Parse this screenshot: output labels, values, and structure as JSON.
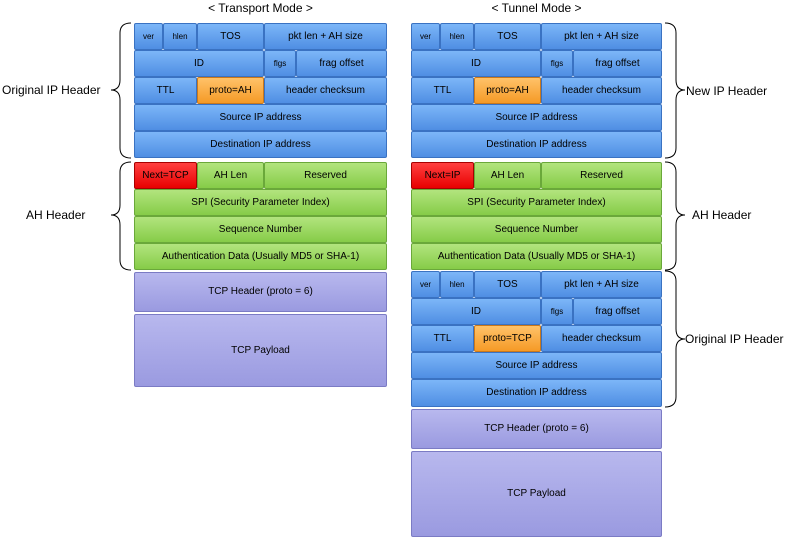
{
  "titles": {
    "transport": "< Transport Mode >",
    "tunnel": "< Tunnel Mode >"
  },
  "side_labels": {
    "original_ip_header": "Original IP Header",
    "ah_header": "AH Header",
    "new_ip_header": "New IP Header"
  },
  "ip_header": {
    "ver": "ver",
    "hlen": "hlen",
    "tos": "TOS",
    "pkt_len": "pkt len + AH size",
    "id": "ID",
    "flgs": "flgs",
    "frag_offset": "frag offset",
    "ttl": "TTL",
    "header_checksum": "header checksum",
    "source_ip": "Source IP address",
    "dest_ip": "Destination IP address"
  },
  "proto": {
    "transport_outer": "proto=AH",
    "tunnel_outer": "proto=AH",
    "tunnel_inner": "proto=TCP"
  },
  "ah": {
    "next_transport": "Next=TCP",
    "next_tunnel": "Next=IP",
    "ah_len": "AH Len",
    "reserved": "Reserved",
    "spi": "SPI (Security Parameter Index)",
    "seq": "Sequence Number",
    "auth": "Authentication Data (Usually MD5 or SHA-1)"
  },
  "payload": {
    "tcp_header": "TCP Header (proto = 6)",
    "tcp_payload": "TCP Payload"
  },
  "colors": {
    "ip_header": "#6aa7f3",
    "ah_header": "#99d65f",
    "proto_field": "#f8a93a",
    "next_field": "#ff0000",
    "tcp": "#a9a9e8"
  }
}
